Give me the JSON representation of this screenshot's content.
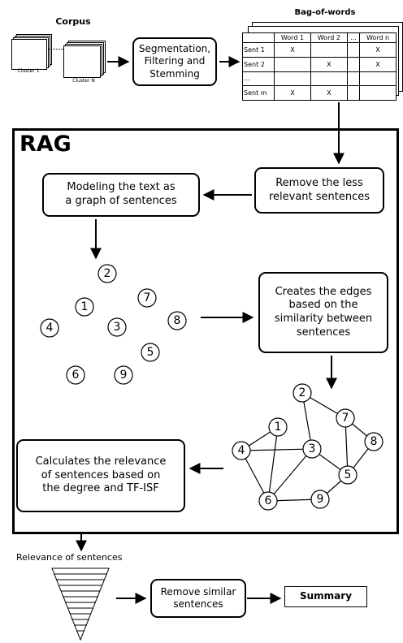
{
  "corpus": {
    "title": "Corpus",
    "cluster_first": "Cluster 1",
    "cluster_last": "Cluster N"
  },
  "segmentation_box": "Segmentation,\nFiltering and\nStemming",
  "bow": {
    "title": "Bag-of-words",
    "columns": [
      "",
      "Word 1",
      "Word 2",
      "...",
      "Word n"
    ],
    "rows": [
      [
        "Sent 1",
        "X",
        "",
        "",
        "X"
      ],
      [
        "Sent 2",
        "",
        "X",
        "",
        "X"
      ],
      [
        "...",
        "",
        "",
        "",
        ""
      ],
      [
        "Sent m",
        "X",
        "X",
        "",
        ""
      ]
    ]
  },
  "rag": {
    "title": "RAG",
    "remove_less_relevant": "Remove the less\nrelevant sentences",
    "modeling": "Modeling the text as\na graph of sentences",
    "creates_edges": "Creates the edges\nbased on the\nsimilarity between\nsentences",
    "calculates_relevance": "Calculates the relevance\nof sentences based on\nthe degree and TF-ISF"
  },
  "graph": {
    "nodes": [
      "1",
      "2",
      "3",
      "4",
      "5",
      "6",
      "7",
      "8",
      "9"
    ]
  },
  "bottom": {
    "relevance_label": "Relevance of sentences",
    "remove_similar": "Remove similar\nsentences",
    "summary": "Summary"
  }
}
